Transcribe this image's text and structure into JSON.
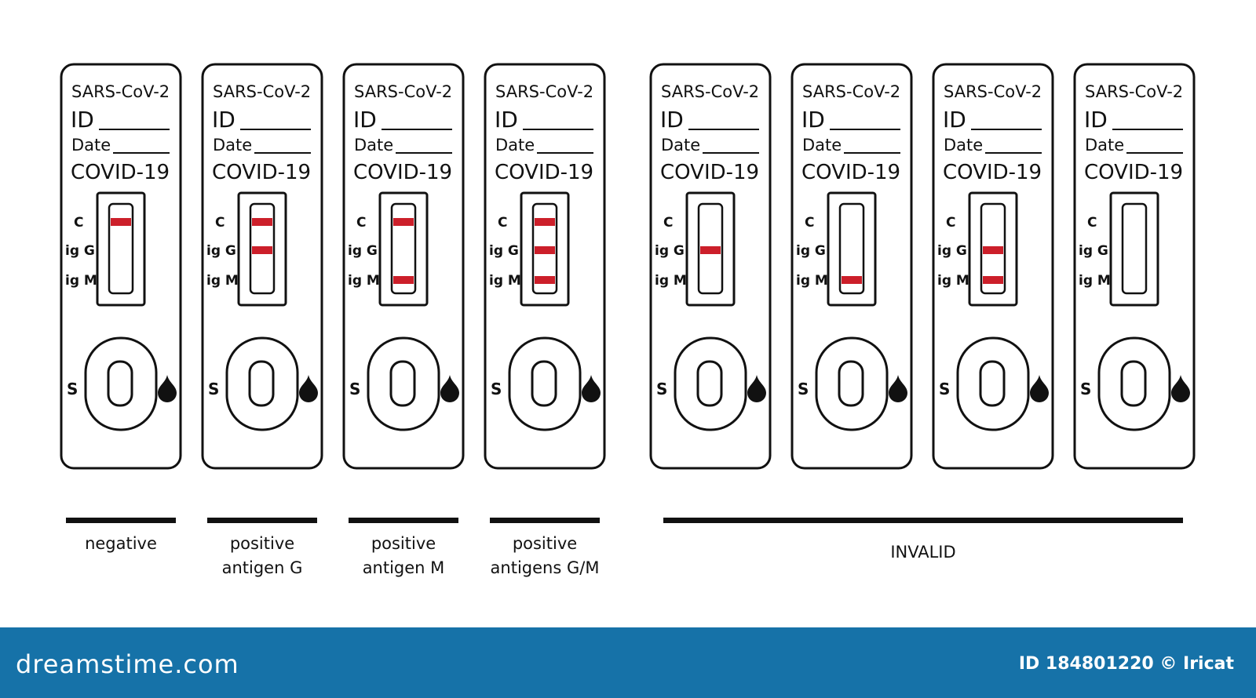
{
  "cassette_text": {
    "brand": "SARS-CoV-2",
    "id_label": "ID",
    "date_label": "Date",
    "test_name": "COVID-19",
    "line_c": "C",
    "line_igg": "ig G",
    "line_igm": "ig M",
    "sample": "S"
  },
  "band_color": "#cc1f2a",
  "cassettes": [
    {
      "bands": [
        "C"
      ]
    },
    {
      "bands": [
        "C",
        "igG"
      ]
    },
    {
      "bands": [
        "C",
        "igM"
      ]
    },
    {
      "bands": [
        "C",
        "igG",
        "igM"
      ]
    },
    {
      "bands": [
        "igG"
      ]
    },
    {
      "bands": [
        "igM"
      ]
    },
    {
      "bands": [
        "igG",
        "igM"
      ]
    },
    {
      "bands": []
    }
  ],
  "groups": [
    {
      "label": [
        "negative"
      ]
    },
    {
      "label": [
        "positive",
        "antigen G"
      ]
    },
    {
      "label": [
        "positive",
        "antigen M"
      ]
    },
    {
      "label": [
        "positive",
        "antigens G/M"
      ]
    },
    {
      "label": [
        "INVALID"
      ]
    }
  ],
  "footer": {
    "logo": "dreamstime.com",
    "credit": "ID 184801220 © Iricat",
    "background": "#1672a8"
  }
}
